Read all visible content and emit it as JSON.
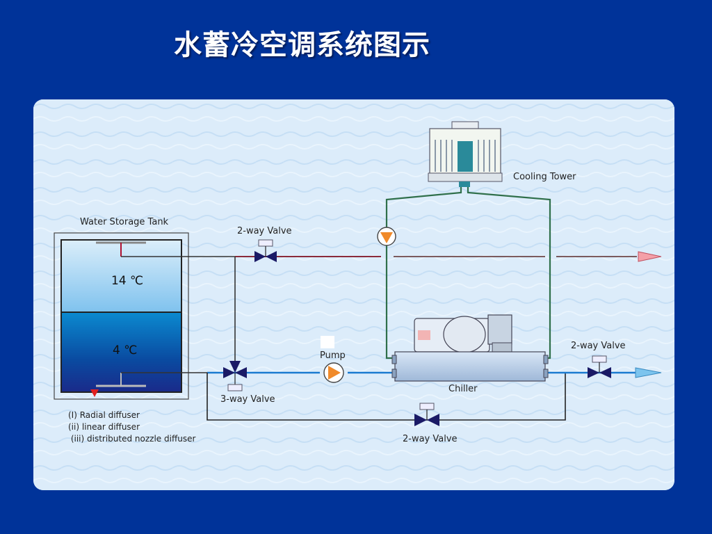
{
  "title": "水蓄冷空调系统图示",
  "labels": {
    "cooling_tower": "Cooling Tower",
    "water_storage_tank": "Water Storage Tank",
    "valve_top": "2-way Valve",
    "valve_right": "2-way Valve",
    "valve_bottom": "2-way Valve",
    "valve_three_way": "3-way Valve",
    "pump": "Pump",
    "chiller": "Chiller",
    "temp_upper": "14 ℃",
    "temp_lower": "4 ℃"
  },
  "diffusers": [
    "(I) Radial diffuser",
    "(ii) linear diffuser",
    " (iii) distributed nozzle diffuser"
  ],
  "colors": {
    "background": "#003399",
    "panel": "#dfeefb",
    "warm_water": "#8ec8ee",
    "cold_water": "#0a5fb0",
    "condenser_pipe": "#2f6f4a",
    "pump": "#f08a2a",
    "valve": "#1a1a66",
    "outlet_red": "#f4a0a8",
    "outlet_blue": "#7cc4ee"
  }
}
